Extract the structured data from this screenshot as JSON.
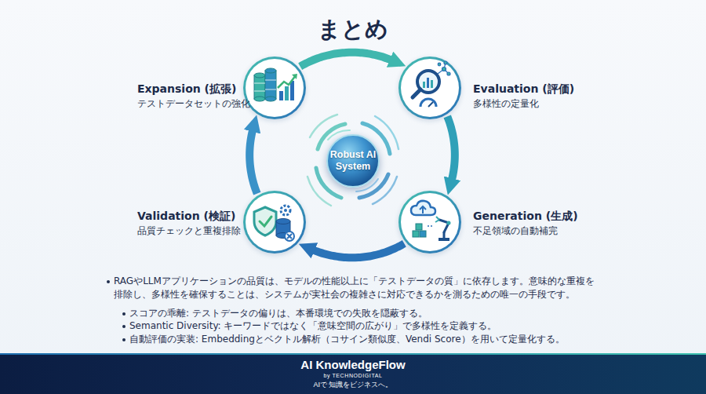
{
  "diagram": {
    "title": "まとめ",
    "nodes": [
      {
        "text": [
          "Expansion (拡張)",
          "テストデータセットの強化"
        ]
      },
      {
        "text": [
          "Evaluation (評価)",
          "多様性の定量化"
        ]
      },
      {
        "text": [
          "Robust AI System"
        ]
      },
      {
        "text": [
          "Validation (検証)",
          "品質チェックと重複排除"
        ]
      },
      {
        "text": [
          "Generation (生成)",
          "不足領域の自動補完"
        ]
      }
    ],
    "edges": [
      {
        "from": 0,
        "to": 1,
        "arrow": "to"
      },
      {
        "from": 1,
        "to": 4,
        "arrow": "to"
      },
      {
        "from": 4,
        "to": 3,
        "arrow": "to"
      },
      {
        "from": 3,
        "to": 0,
        "arrow": "to"
      }
    ],
    "labels": [
      "RAGやLLMアプリケーションの品質は、モデルの性能以上に「テストデータの質」に依存します。意味的な重複を排除し、多様性を確保することは、システムが実社会の複雑さに対応できるかを測るための唯一の手段です。",
      "スコアの乖離: テストデータの偏りは、本番環境での失敗を隠蔽する。",
      "Semantic Diversity: キーワードではなく「意味空間の広がり」で多様性を定義する。",
      "自動評価の実装: Embeddingとベクトル解析（コサイン類似度、Vendi Score）を用いて定量化する。",
      "AI KnowledgeFlow",
      "by TECHNODIGITAL",
      "AIで 知識をビジネスへ。"
    ]
  }
}
